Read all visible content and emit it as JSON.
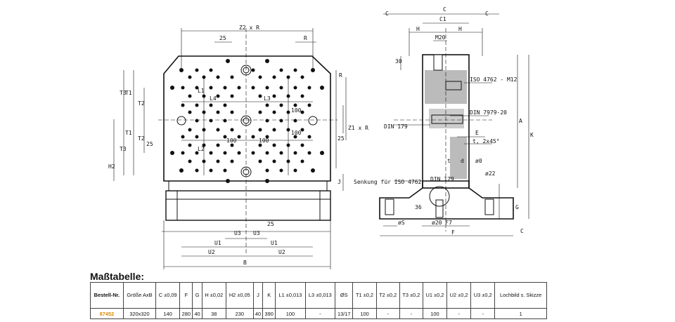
{
  "drawing": {
    "front": {
      "dim_top": "Z2 x R",
      "dim_25_top": "25",
      "dim_R_top": "R",
      "dim_L1": "L1",
      "dim_L2": "L2",
      "dim_L3": "L3",
      "dim_L4": "L4",
      "dim_100_a": "100",
      "dim_100_b": "100",
      "dim_100_c": "100",
      "dim_100_d": "100",
      "dim_R_right": "R",
      "dim_Z1": "Z1 x R",
      "dim_25_right": "25",
      "dim_T1_a": "T1",
      "dim_T2_a": "T2",
      "dim_T3_a": "T3",
      "dim_T1_b": "T1",
      "dim_T2_b": "T2",
      "dim_T3_b": "T3",
      "dim_25_left": "25",
      "dim_H2": "H2",
      "dim_J": "J",
      "dim_U3_a": "U3",
      "dim_U3_b": "U3",
      "dim_25_bottom": "25",
      "dim_U1_a": "U1",
      "dim_U1_b": "U1",
      "dim_U2_a": "U2",
      "dim_U2_b": "U2",
      "dim_B": "B"
    },
    "side": {
      "mark_left": "C",
      "mark_right": "C",
      "dim_C": "C",
      "dim_C1": "C1",
      "dim_H_left": "H",
      "dim_H_right": "H",
      "dim_M20": "M20",
      "dim_30": "30",
      "label_iso": "ISO 4762 - M12",
      "label_din7979": "DIN 7979-20",
      "label_din179_a": "DIN 179",
      "label_E": "E",
      "label_chamfer": "t, 2x45°",
      "label_A": "A",
      "label_K": "K",
      "label_t": "t",
      "label_d": "d",
      "label_d0": "ø0",
      "label_senkung": "Senkung für ISO 4762",
      "label_din179_b": "DIN 179",
      "label_d22": "ø22",
      "label_36": "36",
      "label_G": "G",
      "label_S": "øS",
      "label_d20": "ø20 F7",
      "label_F": "F",
      "mark_bottom": "C"
    }
  },
  "table": {
    "title": "Maßtabelle:",
    "headers": [
      "Bestell-Nr.",
      "Größe AxB",
      "C ±0,09",
      "F",
      "G",
      "H ±0,02",
      "H2 ±0,05",
      "J",
      "K",
      "L1 ±0,013",
      "L3 ±0,013",
      "ØS",
      "T1 ±0,2",
      "T2 ±0,2",
      "T3 ±0,2",
      "U1 ±0,2",
      "U2 ±0,2",
      "U3 ±0,2",
      "Lochbild s. Skizze"
    ],
    "row": [
      "87452",
      "320x320",
      "140",
      "280",
      "40",
      "38",
      "230",
      "40",
      "390",
      "100",
      "-",
      "13/17",
      "100",
      "-",
      "-",
      "100",
      "-",
      "-",
      "1"
    ]
  }
}
